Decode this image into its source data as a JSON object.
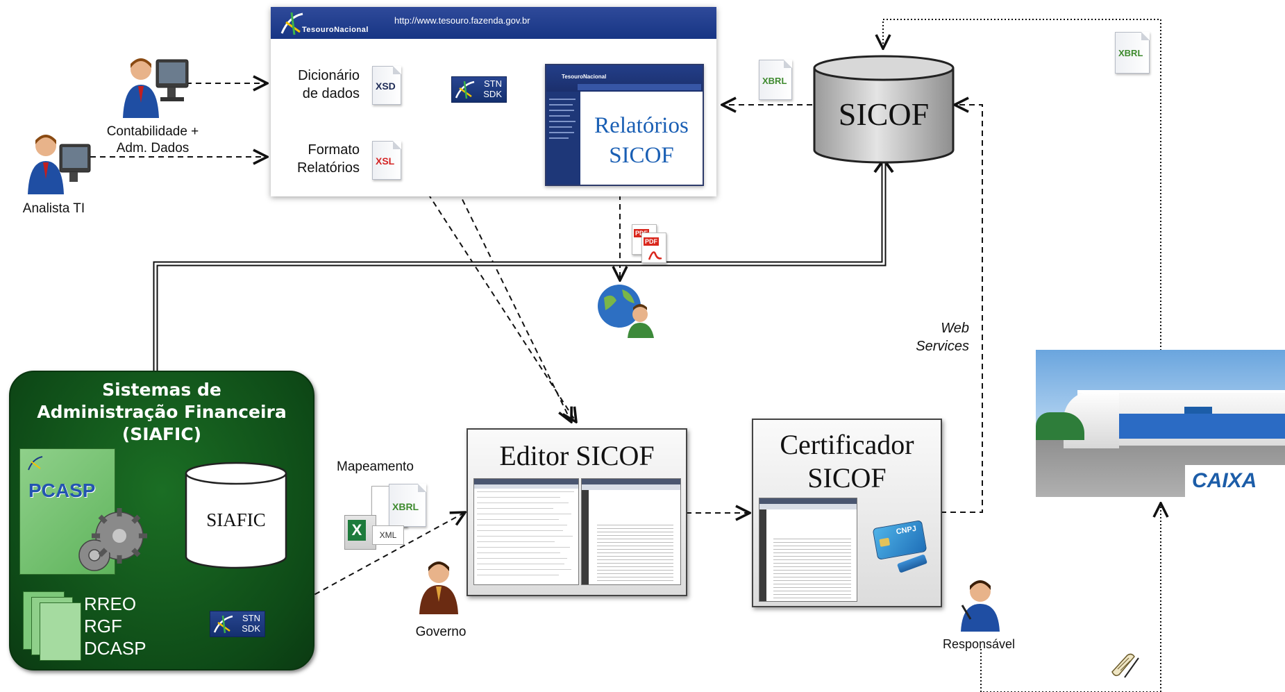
{
  "web_panel": {
    "logo_text": "TesouroNacional",
    "url": "http://www.tesouro.fazenda.gov.br",
    "dicionario_label_1": "Dicionário",
    "dicionario_label_2": "de dados",
    "xsd_tag": "XSD",
    "formato_label_1": "Formato",
    "formato_label_2": "Relatórios",
    "xsl_tag": "XSL",
    "sdk_line1": "STN",
    "sdk_line2": "SDK",
    "mini_logo": "TesouroNacional",
    "relatorios_1": "Relatórios",
    "relatorios_2": "SICOF"
  },
  "actors": {
    "contabilidade_1": "Contabilidade +",
    "contabilidade_2": "Adm. Dados",
    "analista": "Analista TI",
    "governo": "Governo",
    "responsavel": "Responsável"
  },
  "sicof_db": {
    "label": "SICOF",
    "xbrl_tag": "XBRL"
  },
  "xbrl_top_right": "XBRL",
  "web_services_1": "Web",
  "web_services_2": "Services",
  "siafic": {
    "title_1": "Sistemas de",
    "title_2": "Administração Financeira",
    "title_3": "(SIAFIC)",
    "pcasp": "PCASP",
    "db_label": "SIAFIC",
    "docs": [
      "RREO",
      "RGF",
      "DCASP"
    ],
    "sdk_line1": "STN",
    "sdk_line2": "SDK"
  },
  "mapeamento": {
    "label": "Mapeamento",
    "xbrl_tag": "XBRL",
    "xml_tag": "XML"
  },
  "editor": {
    "title": "Editor SICOF"
  },
  "certificador": {
    "title_1": "Certificador",
    "title_2": "SICOF",
    "card_text": "CNPJ"
  },
  "caixa": {
    "brand": "CAIXA"
  },
  "pdf_tag": "PDF",
  "colors": {
    "tesouro_blue": "#1b3a86",
    "siafic_green": "#145e1e",
    "caixa_blue": "#1c5da8",
    "caixa_orange": "#f08a1c"
  }
}
